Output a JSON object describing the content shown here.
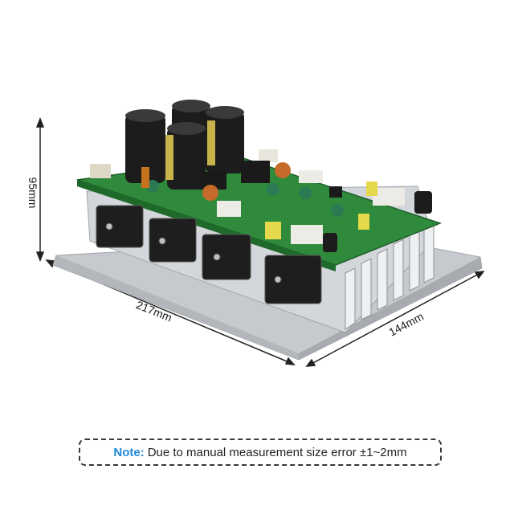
{
  "dimensions": {
    "height_label": "95mm",
    "length_label": "217mm",
    "width_label": "144mm"
  },
  "note": {
    "prefix": "Note:",
    "text": "Due to manual measurement size error ±1~2mm"
  },
  "colors": {
    "pcb": "#2f8a3c",
    "heatsink": "#c9ccd0",
    "note_accent": "#1e88d9"
  }
}
